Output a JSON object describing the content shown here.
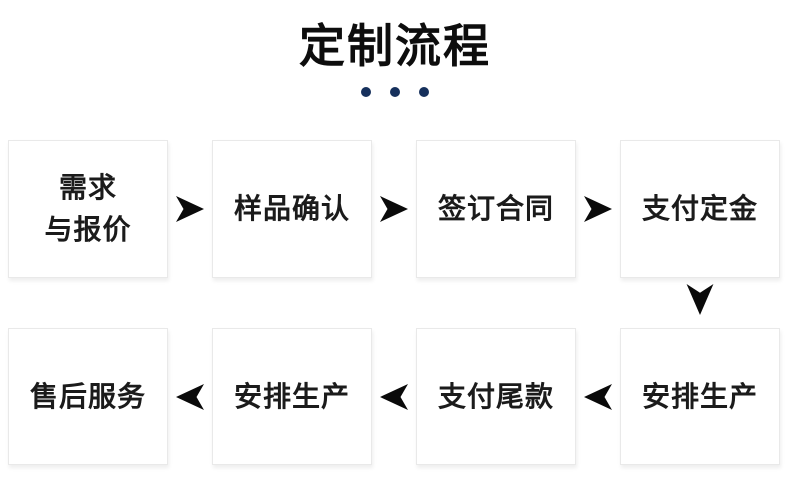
{
  "header": {
    "title": "定制流程"
  },
  "colors": {
    "accent_dot": "#16305c",
    "arrow": "#0a0a0a",
    "box_border": "#e9e9e9",
    "title_text": "#0d0d0d"
  },
  "icons": {
    "arrow_right": "arrow-right-icon",
    "arrow_left": "arrow-left-icon",
    "arrow_down": "arrow-down-icon",
    "dots": "ellipsis-dots-icon"
  },
  "flow": {
    "rows": [
      {
        "direction": "right",
        "boxes": [
          {
            "lines": [
              "需求",
              "与报价"
            ]
          },
          {
            "lines": [
              "样品确认"
            ]
          },
          {
            "lines": [
              "签订合同"
            ]
          },
          {
            "lines": [
              "支付定金"
            ]
          }
        ]
      },
      {
        "direction": "left",
        "boxes": [
          {
            "lines": [
              "售后服务"
            ]
          },
          {
            "lines": [
              "安排生产"
            ]
          },
          {
            "lines": [
              "支付尾款"
            ]
          },
          {
            "lines": [
              "安排生产"
            ]
          }
        ]
      }
    ]
  }
}
